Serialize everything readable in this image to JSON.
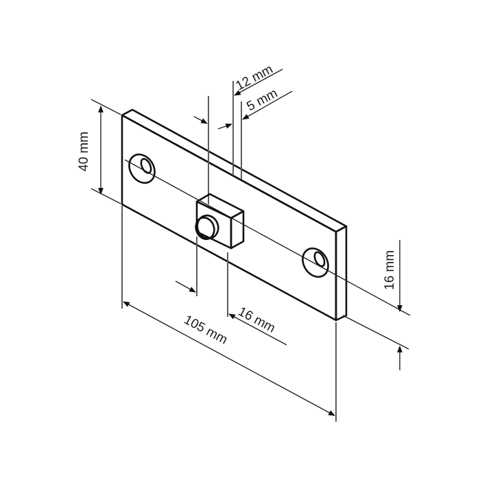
{
  "diagram": {
    "subject": "Mounting plate with square nut",
    "fill_color": "#cfe9f6",
    "edge_color": "#111111",
    "dimensions": {
      "height": "40 mm",
      "length": "105 mm",
      "nut_offset": "16 mm",
      "hole_offset": "16 mm",
      "nut_width": "12 mm",
      "plate_thickness": "5 mm"
    }
  }
}
